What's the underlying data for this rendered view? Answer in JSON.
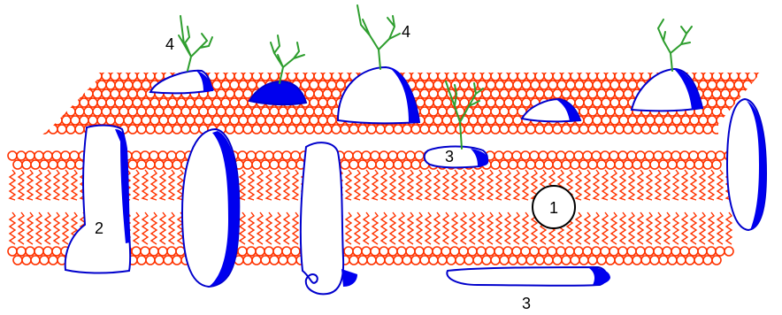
{
  "colors": {
    "lipid": "#ff3300",
    "protein_fill": "#ffffff",
    "protein_outline": "#0000cc",
    "protein_shade": "#0000ee",
    "carbohydrate": "#2e9e2e",
    "label": "#000000"
  },
  "labels": {
    "circle_label": "1",
    "integral_label": "2",
    "peripheral_inner_label": "3",
    "peripheral_bottom_label": "3",
    "glycoprotein_label_left": "4",
    "glycoprotein_label_right": "4"
  }
}
